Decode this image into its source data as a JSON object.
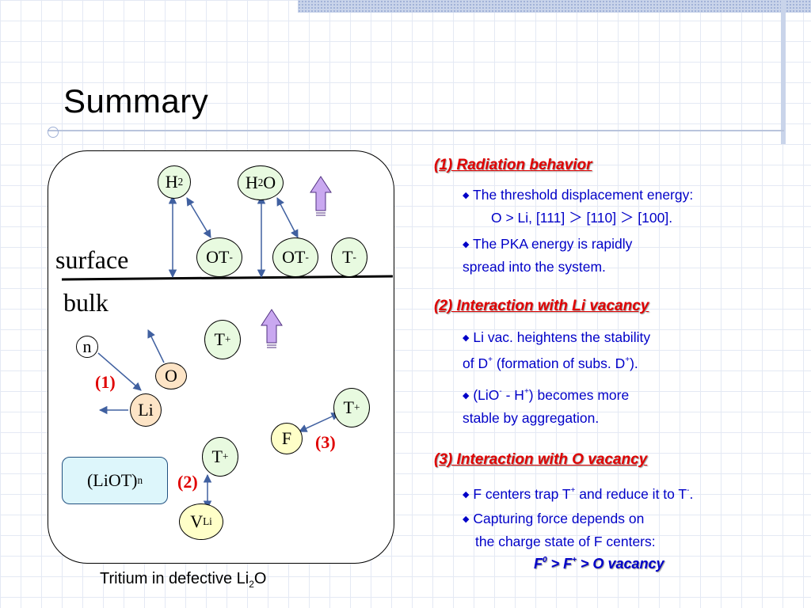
{
  "title": "Summary",
  "diagram": {
    "surface_label": "surface",
    "bulk_label": "bulk",
    "node_h2_main": "H",
    "node_h2_sub": "2",
    "node_h2o_a": "H",
    "node_h2o_sub": "2",
    "node_h2o_b": "O",
    "node_ot1_main": "OT",
    "node_ot1_sup": "-",
    "node_ot2_main": "OT",
    "node_ot2_sup": "-",
    "node_tminus_main": "T",
    "node_tminus_sup": "-",
    "node_tplus1_main": "T",
    "node_tplus1_sup": "+",
    "node_tplus2_main": "T",
    "node_tplus2_sup": "+",
    "node_tplus3_main": "T",
    "node_tplus3_sup": "+",
    "node_n": "n",
    "node_o": "O",
    "node_li": "Li",
    "node_f": "F",
    "node_liot_main": "(LiOT)",
    "node_liot_sub": "n",
    "node_vli_main": "V",
    "node_vli_sub": "Li",
    "label_1": "(1)",
    "label_2": "(2)",
    "label_3": "(3)"
  },
  "caption_main": "Tritium in defective Li",
  "caption_sub": "2",
  "caption_end": "O",
  "sections": {
    "s1_head": "(1) Radiation behavior",
    "s1_b1_l1": "The threshold displacement energy:",
    "s1_b1_l2": "O > Li,    [111]  ＞  [110]  ＞ [100].",
    "s1_b2_l1": "The PKA energy is rapidly",
    "s1_b2_l2": "spread into the system.",
    "s2_head": "(2) Interaction with Li vacancy",
    "s2_b1_l1": "Li vac. heightens the stability",
    "s2_b1_l2a": "of D",
    "s2_b1_l2sup": "+",
    "s2_b1_l2b": " (formation of subs. D",
    "s2_b1_l2sup2": "+",
    "s2_b1_l2c": ").",
    "s2_b2_l1a": "(LiO",
    "s2_b2_l1sup": "-",
    "s2_b2_l1b": " - H",
    "s2_b2_l1sup2": "+",
    "s2_b2_l1c": ") becomes more",
    "s2_b2_l2": "stable by aggregation.",
    "s3_head": "(3) Interaction with O vacancy",
    "s3_b1a": "F centers trap T",
    "s3_b1sup": "+",
    "s3_b1b": " and reduce it to T",
    "s3_b1sup2": "-",
    "s3_b1c": ".",
    "s3_b2_l1": "Capturing force depends on",
    "s3_b2_l2": "the charge state of F centers:",
    "final_a": "F",
    "final_sup1": "0",
    "final_b": " > F",
    "final_sup2": "+",
    "final_c": " > O vacancy"
  },
  "colors": {
    "accent_red": "#e00000",
    "text_blue": "#0000c8",
    "arrow_purple": "#c9a8f0"
  }
}
